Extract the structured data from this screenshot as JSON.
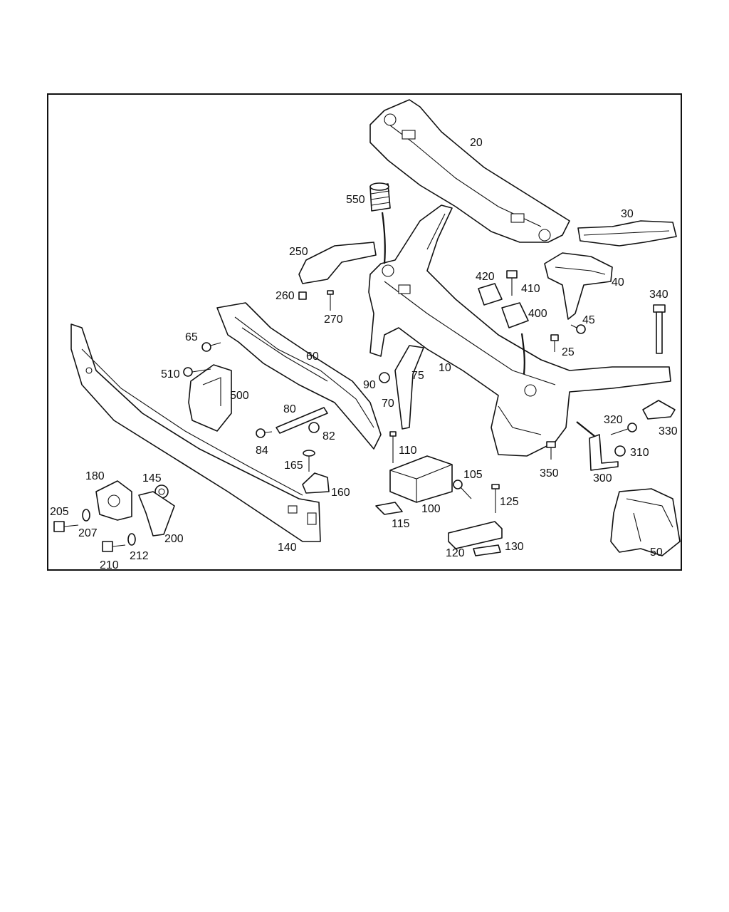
{
  "colors": {
    "line": "#111111",
    "background": "#ffffff"
  },
  "labels": {
    "p10": "10",
    "p20": "20",
    "p25": "25",
    "p30": "30",
    "p40": "40",
    "p45": "45",
    "p50": "50",
    "p60": "60",
    "p65": "65",
    "p70": "70",
    "p75": "75",
    "p80": "80",
    "p82": "82",
    "p84": "84",
    "p90": "90",
    "p100": "100",
    "p105": "105",
    "p110": "110",
    "p115": "115",
    "p120": "120",
    "p125": "125",
    "p130": "130",
    "p140": "140",
    "p145": "145",
    "p160": "160",
    "p165": "165",
    "p180": "180",
    "p200": "200",
    "p205": "205",
    "p207": "207",
    "p210": "210",
    "p212": "212",
    "p250": "250",
    "p260": "260",
    "p270": "270",
    "p300": "300",
    "p310": "310",
    "p320": "320",
    "p330": "330",
    "p340": "340",
    "p350": "350",
    "p400": "400",
    "p410": "410",
    "p420": "420",
    "p500": "500",
    "p510": "510",
    "p550": "550"
  }
}
